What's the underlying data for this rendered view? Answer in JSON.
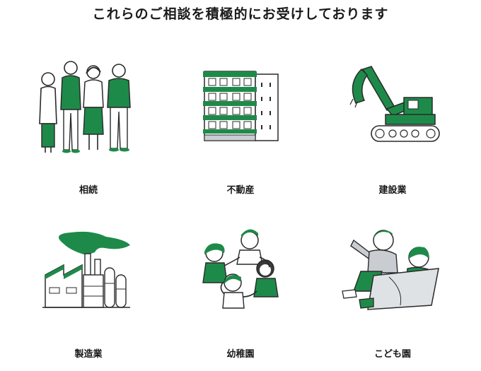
{
  "page": {
    "title": "これらのご相談を積極的にお受けしております"
  },
  "categories": [
    {
      "label": "相続",
      "icon": "family-icon"
    },
    {
      "label": "不動産",
      "icon": "building-icon"
    },
    {
      "label": "建設業",
      "icon": "excavator-icon"
    },
    {
      "label": "製造業",
      "icon": "factory-icon"
    },
    {
      "label": "幼稚園",
      "icon": "children-playing-icon"
    },
    {
      "label": "こども園",
      "icon": "children-reading-icon"
    }
  ],
  "colors": {
    "accent": "#1e8a4a",
    "line": "#2a2a2a",
    "gray": "#c9ccd0",
    "light": "#f2f2f2"
  }
}
